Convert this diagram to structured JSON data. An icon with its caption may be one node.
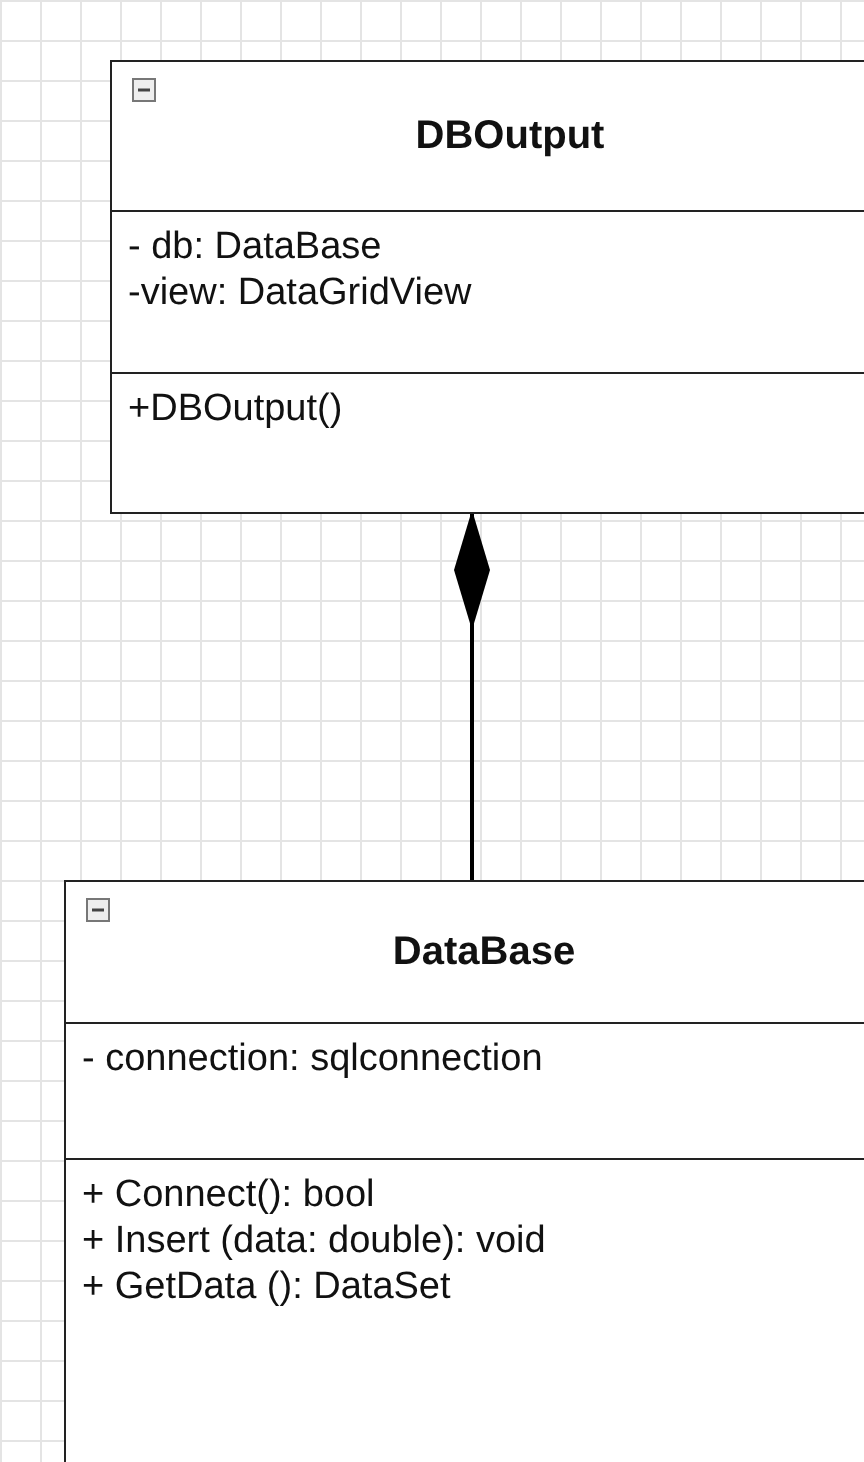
{
  "diagram": {
    "nodes": [
      {
        "text": [
          "DBOutput",
          "- db: DataBase",
          "-view: DataGridView",
          "+DBOutput()"
        ]
      },
      {
        "text": [
          "DataBase",
          "- connection: sqlconnection",
          "+ Connect(): bool",
          "+ Insert (data: double): void",
          "+ GetData (): DataSet"
        ]
      }
    ],
    "edges": [
      {
        "from": 0,
        "to": 1,
        "arrow": "other"
      }
    ]
  }
}
